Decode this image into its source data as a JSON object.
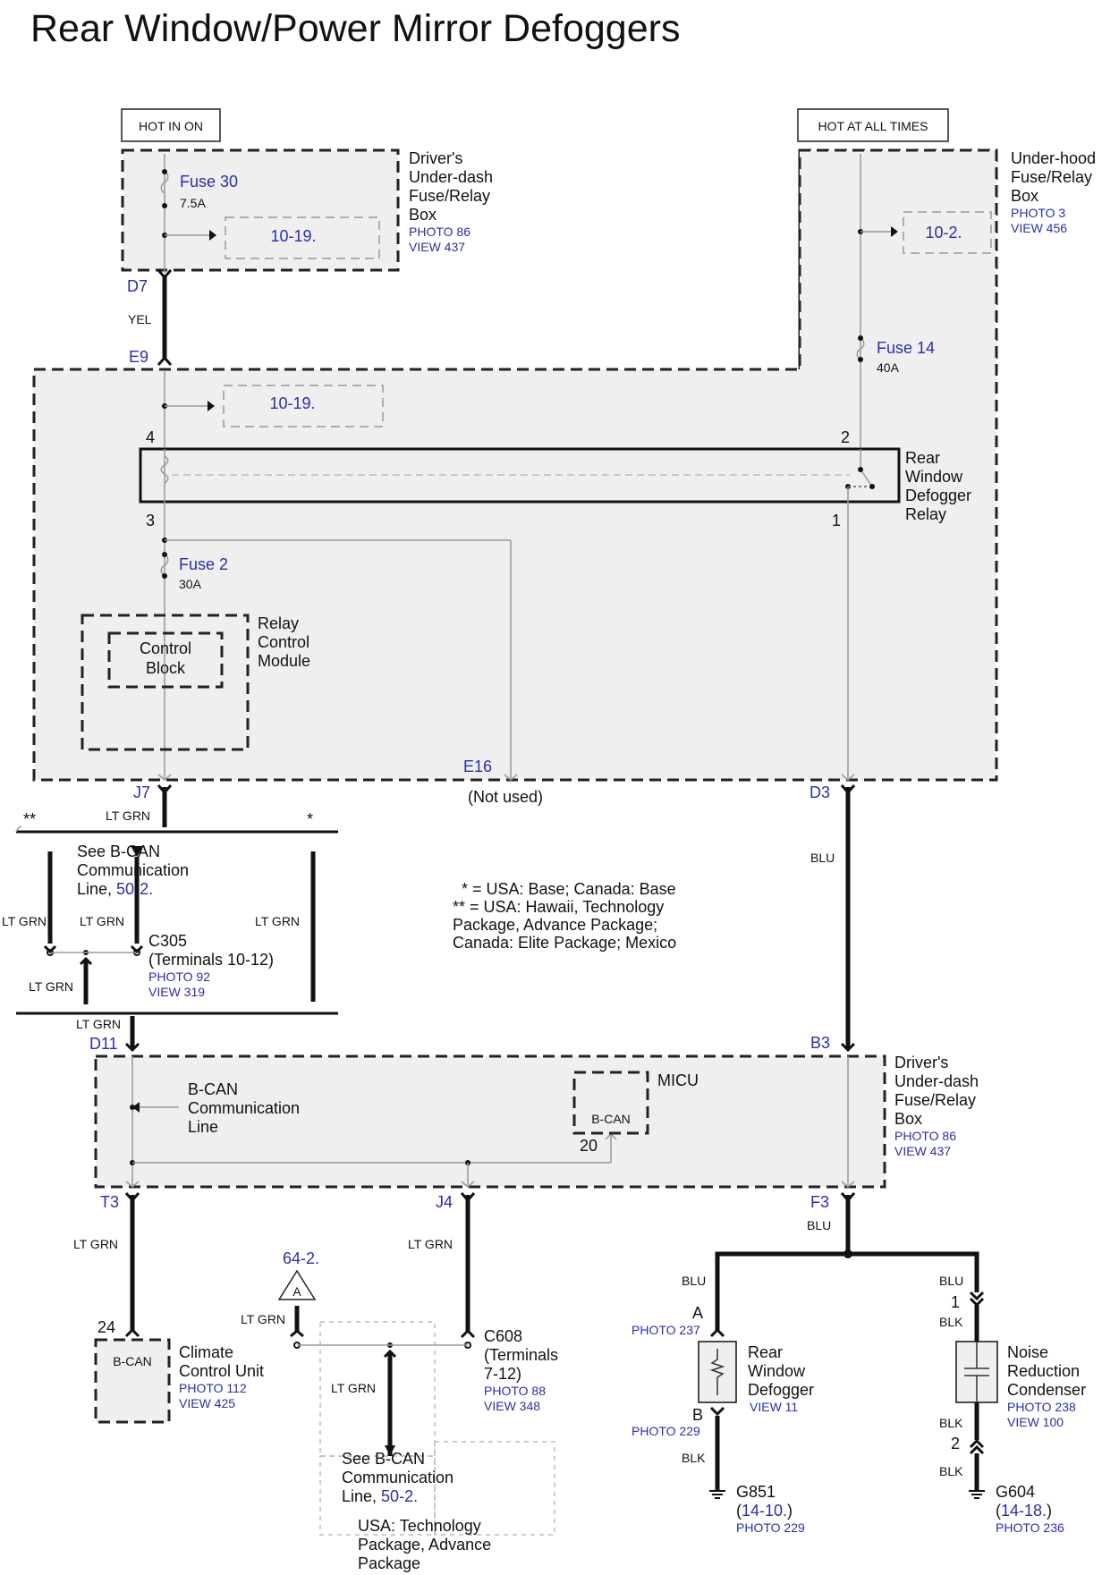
{
  "title": "Rear Window/Power Mirror Defoggers",
  "power": {
    "hot_in_on": "HOT IN ON",
    "hot_at_all_times": "HOT AT ALL TIMES"
  },
  "boxes": {
    "drivers_fuse_box": {
      "l1": "Driver's",
      "l2": "Under-dash",
      "l3": "Fuse/Relay",
      "l4": "Box",
      "photo": "PHOTO 86",
      "view": "VIEW 437"
    },
    "underhood_fuse_box": {
      "l1": "Under-hood",
      "l2": "Fuse/Relay",
      "l3": "Box",
      "photo": "PHOTO 3",
      "view": "VIEW 456"
    },
    "relay": {
      "l1": "Rear",
      "l2": "Window",
      "l3": "Defogger",
      "l4": "Relay"
    },
    "relay_control_module": {
      "l1": "Relay",
      "l2": "Control",
      "l3": "Module",
      "block1": "Control",
      "block2": "Block"
    },
    "micu": {
      "name": "MICU",
      "bcan": "B-CAN",
      "pin": "20",
      "l1": "Driver's",
      "l2": "Under-dash",
      "l3": "Fuse/Relay",
      "l4": "Box",
      "photo": "PHOTO 86",
      "view": "VIEW 437",
      "bcan_l1": "B-CAN",
      "bcan_l2": "Communication",
      "bcan_l3": "Line"
    }
  },
  "fuses": {
    "f30": {
      "name": "Fuse 30",
      "rating": "7.5A"
    },
    "f14": {
      "name": "Fuse 14",
      "rating": "40A"
    },
    "f2": {
      "name": "Fuse 2",
      "rating": "30A"
    }
  },
  "refs": {
    "r1019a": "10-19.",
    "r1019b": "10-19.",
    "r102": "10-2.",
    "r642": "64-2.",
    "tri": "A"
  },
  "connectors": {
    "d7": "D7",
    "e9": "E9",
    "e16": "E16",
    "j7": "J7",
    "d3": "D3",
    "d11": "D11",
    "b3": "B3",
    "t3": "T3",
    "j4": "J4",
    "f3": "F3"
  },
  "pins": {
    "p4": "4",
    "p2": "2",
    "p3": "3",
    "p1": "1",
    "p24": "24",
    "pa": "A",
    "pb": "B",
    "n1": "1",
    "n2": "2"
  },
  "wires": {
    "yel": "YEL",
    "ltgrn": "LT GRN",
    "blu": "BLU",
    "blk": "BLK"
  },
  "not_used": "(Not used)",
  "splice_c305": {
    "see1": "See B-CAN",
    "see2": "Communication",
    "see3a": "Line, ",
    "see3b": "50-2.",
    "name": "C305",
    "terms": "(Terminals 10-12)",
    "photo": "PHOTO 92",
    "view": "VIEW 319",
    "star2": "**",
    "star1": "*"
  },
  "notes": {
    "n1": "* = USA: Base; Canada: Base",
    "n2": "** = USA: Hawaii, Technology",
    "n3": "Package, Advance Package;",
    "n4": "Canada: Elite Package; Mexico"
  },
  "climate": {
    "l1": "Climate",
    "l2": "Control Unit",
    "photo": "PHOTO 112",
    "view": "VIEW 425",
    "bcan": "B-CAN"
  },
  "c608": {
    "name": "C608",
    "t1": "(Terminals",
    "t2": "7-12)",
    "photo": "PHOTO 88",
    "view": "VIEW 348",
    "see1": "See B-CAN",
    "see2": "Communication",
    "see3a": "Line, ",
    "see3b": "50-2.",
    "usa1": "USA: Technology",
    "usa2": "Package, Advance",
    "usa3": "Package"
  },
  "rear_defogger": {
    "l1": "Rear",
    "l2": "Window",
    "l3": "Defogger",
    "view": "VIEW 11",
    "photo_a": "PHOTO 237",
    "photo_b": "PHOTO 229"
  },
  "condenser": {
    "l1": "Noise",
    "l2": "Reduction",
    "l3": "Condenser",
    "photo": "PHOTO 238",
    "view": "VIEW 100"
  },
  "grounds": {
    "g851": "G851",
    "g851_ref": "14-10.",
    "g851_photo": "PHOTO 229",
    "g604": "G604",
    "g604_ref": "14-18.",
    "g604_photo": "PHOTO 236",
    "lp": "(",
    "rp": ")"
  }
}
